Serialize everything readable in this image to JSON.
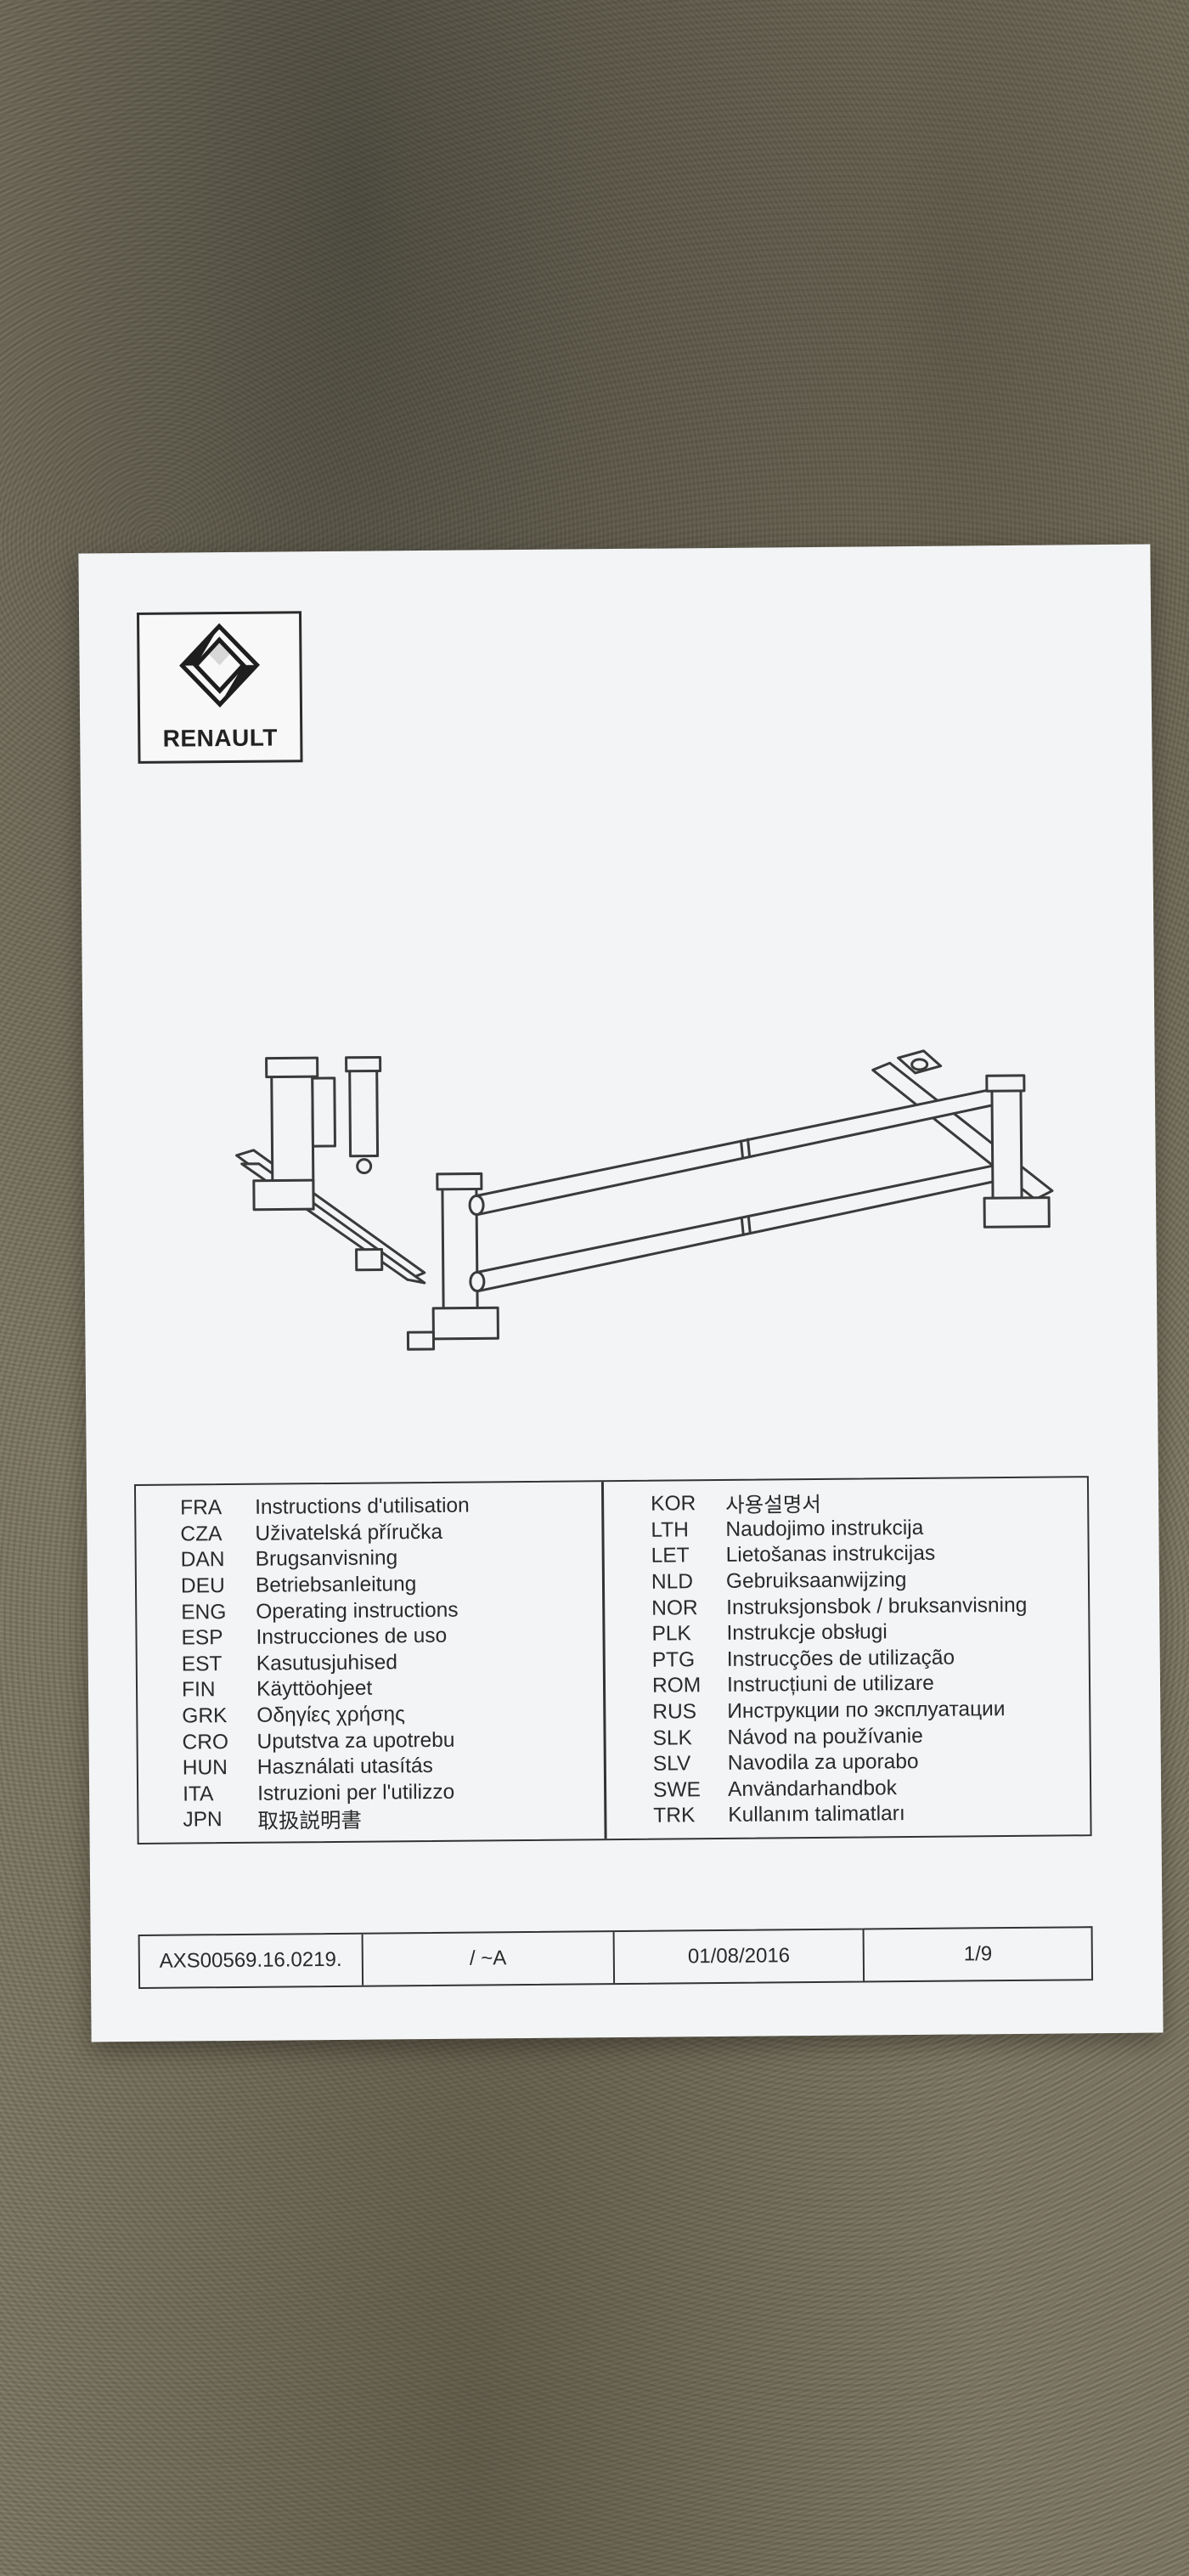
{
  "brand": {
    "logo_text": "RENAULT",
    "icon": "renault-diamond-icon"
  },
  "illustration": {
    "icon": "vehicle-rack-line-drawing"
  },
  "languages_left": [
    {
      "code": "FRA",
      "name": "Instructions d'utilisation"
    },
    {
      "code": "CZA",
      "name": "Uživatelská příručka"
    },
    {
      "code": "DAN",
      "name": "Brugsanvisning"
    },
    {
      "code": "DEU",
      "name": "Betriebsanleitung"
    },
    {
      "code": "ENG",
      "name": "Operating instructions"
    },
    {
      "code": "ESP",
      "name": "Instrucciones de uso"
    },
    {
      "code": "EST",
      "name": "Kasutusjuhised"
    },
    {
      "code": "FIN",
      "name": "Käyttöohjeet"
    },
    {
      "code": "GRK",
      "name": "Οδηγίες χρήσης"
    },
    {
      "code": "CRO",
      "name": "Uputstva za upotrebu"
    },
    {
      "code": "HUN",
      "name": "Használati utasítás"
    },
    {
      "code": "ITA",
      "name": "Istruzioni per l'utilizzo"
    },
    {
      "code": "JPN",
      "name": "取扱説明書"
    }
  ],
  "languages_right": [
    {
      "code": "KOR",
      "name": "사용설명서"
    },
    {
      "code": "LTH",
      "name": "Naudojimo instrukcija"
    },
    {
      "code": "LET",
      "name": "Lietošanas instrukcijas"
    },
    {
      "code": "NLD",
      "name": "Gebruiksaanwijzing"
    },
    {
      "code": "NOR",
      "name": "Instruksjonsbok / bruksanvisning"
    },
    {
      "code": "PLK",
      "name": "Instrukcje obsługi"
    },
    {
      "code": "PTG",
      "name": "Instrucções de utilização"
    },
    {
      "code": "ROM",
      "name": "Instrucțiuni de utilizare"
    },
    {
      "code": "RUS",
      "name": "Инструкции по эксплуатации"
    },
    {
      "code": "SLK",
      "name": "Návod na používanie"
    },
    {
      "code": "SLV",
      "name": "Navodila za uporabo"
    },
    {
      "code": "SWE",
      "name": "Användarhandbok"
    },
    {
      "code": "TRK",
      "name": "Kullanım talimatları"
    }
  ],
  "footer": {
    "reference": "AXS00569.16.0219.",
    "revision": "/ ~A",
    "date": "01/08/2016",
    "page": "1/9"
  },
  "colors": {
    "paper": "#f3f4f6",
    "ink": "#2a2a2a",
    "background_carpet": "#7b7560"
  }
}
